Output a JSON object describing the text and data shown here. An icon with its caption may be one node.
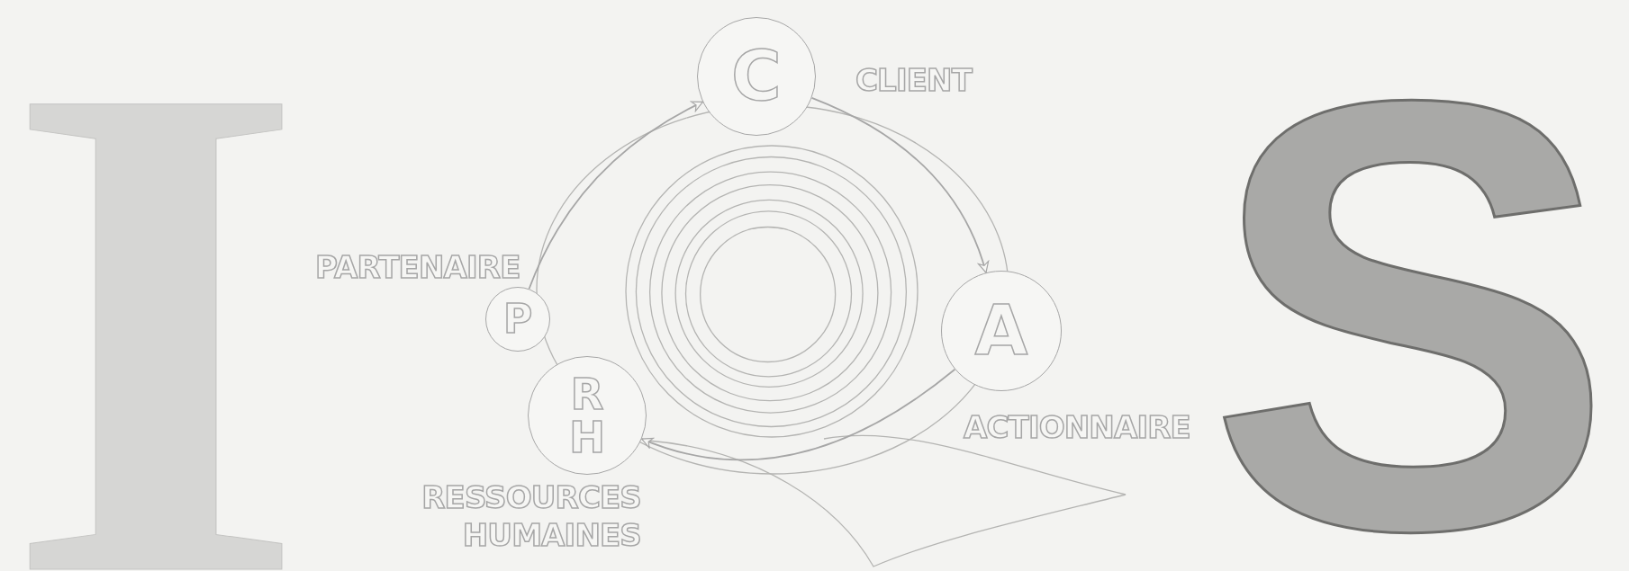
{
  "diagram": {
    "nodes": [
      {
        "text": [
          "C"
        ],
        "beside": [
          "CLIENT"
        ]
      },
      {
        "text": [
          "A"
        ],
        "beside": [
          "ACTIONNAIRE"
        ]
      },
      {
        "text": [
          "P"
        ],
        "beside": [
          "PARTENAIRE"
        ]
      },
      {
        "text": [
          "R H"
        ],
        "beside": [
          "RESSOURCES HUMAINES"
        ]
      }
    ],
    "edges": [
      {
        "from": 0,
        "to": 1,
        "arrow": "to"
      },
      {
        "from": 1,
        "to": 3,
        "arrow": "to"
      },
      {
        "from": 2,
        "to": 0,
        "arrow": "to"
      }
    ],
    "labels": [
      "I",
      "S"
    ]
  }
}
